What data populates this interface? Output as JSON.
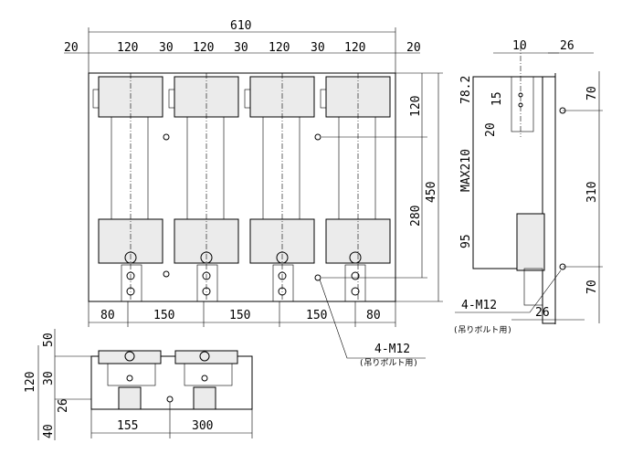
{
  "front_view": {
    "overall_width": "610",
    "top_dims": [
      "20",
      "120",
      "30",
      "120",
      "30",
      "120",
      "30",
      "120",
      "20"
    ],
    "right_dims": [
      "120",
      "280",
      "450"
    ],
    "bottom_dims": [
      "80",
      "150",
      "150",
      "150",
      "80"
    ]
  },
  "side_view": {
    "top_dims": [
      "10",
      "26"
    ],
    "left_dims": [
      "78.2",
      "15",
      "20",
      "MAX210",
      "95"
    ],
    "right_dims": [
      "70",
      "310",
      "70"
    ],
    "bottom_dim": "26",
    "note_title": "4-M12",
    "note_sub": "(吊りボルト用)"
  },
  "main_note": {
    "title": "4-M12",
    "sub": "(吊りボルト用)"
  },
  "bottom_view": {
    "left_dims": [
      "50",
      "120",
      "30",
      "26",
      "40"
    ],
    "bottom_dims": [
      "155",
      "300"
    ]
  }
}
